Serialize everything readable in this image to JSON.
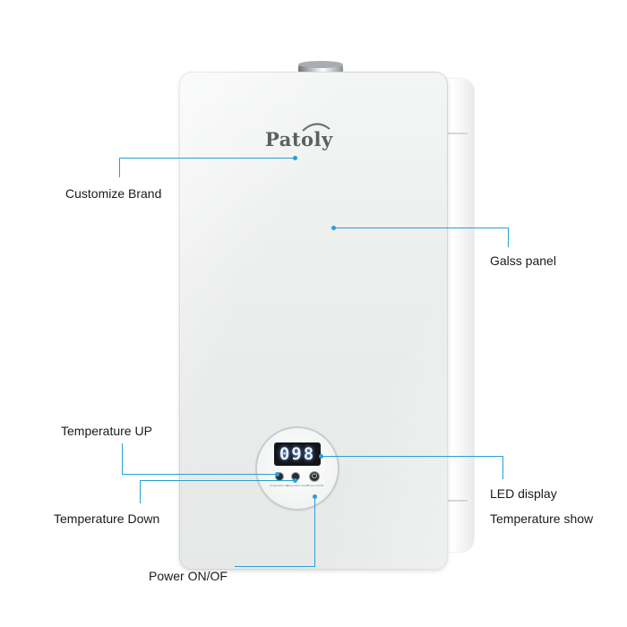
{
  "brand": {
    "name": "Patoly"
  },
  "display": {
    "digits": "098"
  },
  "controls": {
    "up_label": "Temperature Up",
    "down_label": "Temperature Down",
    "power_label": "Power On/Off",
    "power_symbol": "⏻"
  },
  "callouts": {
    "brand": "Customize Brand",
    "glass": "Galss panel",
    "temp_up": "Temperature UP",
    "temp_down": "Temperature Down",
    "led": "LED display",
    "temp_show": "Temperature show",
    "power": "Power ON/OF"
  },
  "colors": {
    "callout_line": "#2a9fd8",
    "panel": "#eceeed",
    "led_digits": "#e9f2ff"
  }
}
